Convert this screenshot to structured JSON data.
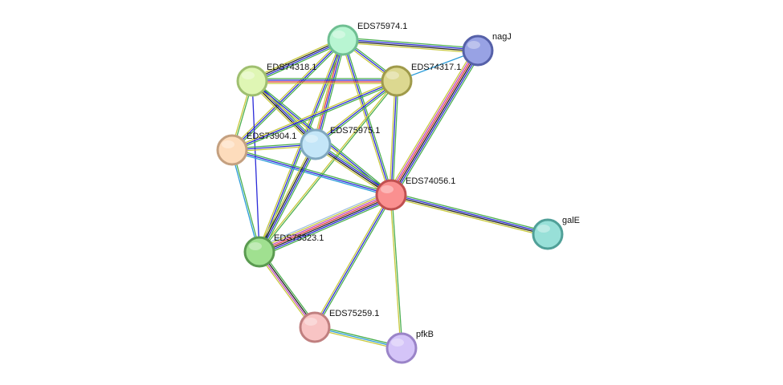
{
  "network": {
    "nodes": [
      {
        "id": "EDS75974.1",
        "label": "EDS75974.1",
        "fill": "#b8f5d2",
        "stroke": "#6fbf92"
      },
      {
        "id": "nagJ",
        "label": "nagJ",
        "fill": "#98a2e4",
        "stroke": "#5560a8"
      },
      {
        "id": "EDS74318.1",
        "label": "EDS74318.1",
        "fill": "#dff6b4",
        "stroke": "#9fbf70"
      },
      {
        "id": "EDS74317.1",
        "label": "EDS74317.1",
        "fill": "#dcd890",
        "stroke": "#9f9a4a"
      },
      {
        "id": "EDS73904.1",
        "label": "EDS73904.1",
        "fill": "#fddcbc",
        "stroke": "#c4a080"
      },
      {
        "id": "EDS75975.1",
        "label": "EDS75975.1",
        "fill": "#c4e6f8",
        "stroke": "#80a8c0"
      },
      {
        "id": "EDS74056.1",
        "label": "EDS74056.1",
        "fill": "#fa9090",
        "stroke": "#c05050"
      },
      {
        "id": "galE",
        "label": "galE",
        "fill": "#98e0d8",
        "stroke": "#50a098"
      },
      {
        "id": "EDS75323.1",
        "label": "EDS75323.1",
        "fill": "#a0e090",
        "stroke": "#5a9a50"
      },
      {
        "id": "EDS75259.1",
        "label": "EDS75259.1",
        "fill": "#f8c4c4",
        "stroke": "#c08080"
      },
      {
        "id": "pfkB",
        "label": "pfkB",
        "fill": "#d4c4f8",
        "stroke": "#9a84c8"
      }
    ],
    "edges": [
      {
        "source": "EDS75974.1",
        "target": "nagJ",
        "colors": [
          "#4caf50",
          "#2b2bd9",
          "#222222",
          "#c8c83c"
        ]
      },
      {
        "source": "EDS75974.1",
        "target": "EDS74318.1",
        "colors": [
          "#4caf50",
          "#2b2bd9",
          "#222222",
          "#c8c83c"
        ]
      },
      {
        "source": "EDS75974.1",
        "target": "EDS74317.1",
        "colors": [
          "#4caf50",
          "#2b2bd9",
          "#c8c83c"
        ]
      },
      {
        "source": "EDS75974.1",
        "target": "EDS73904.1",
        "colors": [
          "#4caf50",
          "#2b2bd9",
          "#c8c83c"
        ]
      },
      {
        "source": "EDS75974.1",
        "target": "EDS75975.1",
        "colors": [
          "#4caf50",
          "#2b2bd9",
          "#e03c3c",
          "#c8c83c"
        ]
      },
      {
        "source": "EDS75974.1",
        "target": "EDS74056.1",
        "colors": [
          "#4caf50",
          "#2b2bd9",
          "#c8c83c"
        ]
      },
      {
        "source": "EDS75974.1",
        "target": "EDS75323.1",
        "colors": [
          "#4caf50",
          "#2b2bd9",
          "#c8c83c"
        ]
      },
      {
        "source": "EDS74318.1",
        "target": "EDS74317.1",
        "colors": [
          "#4caf50",
          "#2b2bd9",
          "#e03c3c",
          "#c8c83c"
        ]
      },
      {
        "source": "EDS74318.1",
        "target": "EDS73904.1",
        "colors": [
          "#4caf50",
          "#c8c83c"
        ]
      },
      {
        "source": "EDS74318.1",
        "target": "EDS75975.1",
        "colors": [
          "#4caf50",
          "#2b2bd9",
          "#222222",
          "#c8c83c"
        ]
      },
      {
        "source": "EDS74318.1",
        "target": "EDS74056.1",
        "colors": [
          "#4caf50",
          "#2b2bd9",
          "#c8c83c"
        ]
      },
      {
        "source": "EDS74318.1",
        "target": "EDS75323.1",
        "colors": [
          "#2b2bd9"
        ]
      },
      {
        "source": "EDS74317.1",
        "target": "nagJ",
        "colors": [
          "#2b9cd9"
        ]
      },
      {
        "source": "EDS74317.1",
        "target": "EDS73904.1",
        "colors": [
          "#4caf50",
          "#2b2bd9",
          "#c8c83c"
        ]
      },
      {
        "source": "EDS74317.1",
        "target": "EDS75975.1",
        "colors": [
          "#4caf50",
          "#2b2bd9",
          "#c8c83c"
        ]
      },
      {
        "source": "EDS74317.1",
        "target": "EDS74056.1",
        "colors": [
          "#4caf50",
          "#2b2bd9",
          "#c8c83c"
        ]
      },
      {
        "source": "EDS74317.1",
        "target": "EDS75323.1",
        "colors": [
          "#4caf50",
          "#c8c83c"
        ]
      },
      {
        "source": "nagJ",
        "target": "EDS74056.1",
        "colors": [
          "#4caf50",
          "#2b2bd9",
          "#222222",
          "#e03c3c",
          "#c048c0",
          "#c8c83c"
        ]
      },
      {
        "source": "EDS73904.1",
        "target": "EDS75975.1",
        "colors": [
          "#4caf50",
          "#2b2bd9",
          "#c8c83c"
        ]
      },
      {
        "source": "EDS73904.1",
        "target": "EDS74056.1",
        "colors": [
          "#4caf50",
          "#2b2bd9",
          "#2b9cd9"
        ]
      },
      {
        "source": "EDS73904.1",
        "target": "EDS75323.1",
        "colors": [
          "#4caf50",
          "#2b9cd9"
        ]
      },
      {
        "source": "EDS75975.1",
        "target": "EDS74056.1",
        "colors": [
          "#4caf50",
          "#2b2bd9",
          "#222222",
          "#c8c83c"
        ]
      },
      {
        "source": "EDS75975.1",
        "target": "EDS75323.1",
        "colors": [
          "#4caf50",
          "#2b2bd9",
          "#222222",
          "#c8c83c"
        ]
      },
      {
        "source": "EDS74056.1",
        "target": "galE",
        "colors": [
          "#4caf50",
          "#2b2bd9",
          "#222222",
          "#c8c83c"
        ]
      },
      {
        "source": "EDS74056.1",
        "target": "EDS75323.1",
        "colors": [
          "#4caf50",
          "#2b2bd9",
          "#222222",
          "#e03c3c",
          "#c048c0",
          "#c8c83c",
          "#a0c0e0"
        ]
      },
      {
        "source": "EDS74056.1",
        "target": "EDS75259.1",
        "colors": [
          "#4caf50",
          "#2b2bd9",
          "#c8c83c"
        ]
      },
      {
        "source": "EDS74056.1",
        "target": "pfkB",
        "colors": [
          "#4caf50",
          "#c8c83c"
        ]
      },
      {
        "source": "EDS75323.1",
        "target": "EDS75259.1",
        "colors": [
          "#4caf50",
          "#222222",
          "#c048c0",
          "#c8c83c"
        ]
      },
      {
        "source": "EDS75259.1",
        "target": "pfkB",
        "colors": [
          "#4caf50",
          "#2b9cd9",
          "#c8c83c"
        ]
      }
    ]
  }
}
